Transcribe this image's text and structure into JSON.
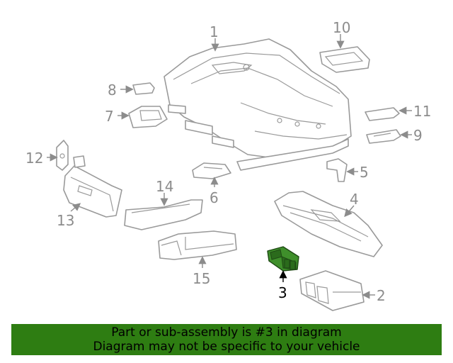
{
  "diagram": {
    "callouts": [
      "1",
      "2",
      "3",
      "4",
      "5",
      "6",
      "7",
      "8",
      "9",
      "10",
      "11",
      "12",
      "13",
      "14",
      "15"
    ],
    "highlighted_callout": "3",
    "highlight_color": "#3f8f2b"
  },
  "banner": {
    "line1": "Part or sub-assembly is #3 in diagram",
    "line2": "Diagram may not be specific to your vehicle",
    "background": "#2e7d12"
  }
}
